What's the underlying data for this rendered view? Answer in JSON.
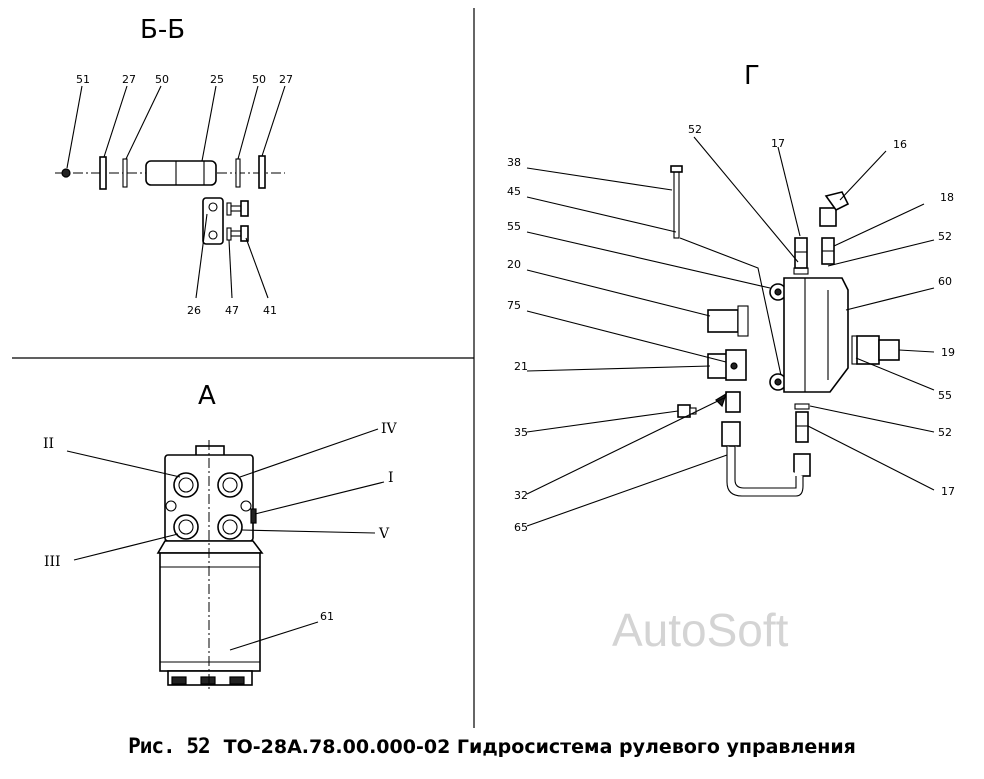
{
  "views": {
    "bb": {
      "title": "Б-Б",
      "labels": [
        "51",
        "27",
        "50",
        "25",
        "50",
        "27",
        "26",
        "47",
        "41"
      ]
    },
    "a": {
      "title": "А",
      "ports": [
        "II",
        "IV",
        "I",
        "III",
        "V"
      ],
      "labels": [
        "61"
      ]
    },
    "g": {
      "title": "Г",
      "labels": [
        "52",
        "17",
        "16",
        "38",
        "45",
        "18",
        "52",
        "55",
        "20",
        "60",
        "75",
        "21",
        "19",
        "55",
        "35",
        "52",
        "32",
        "17",
        "65"
      ]
    }
  },
  "watermark": "AutoSoft",
  "caption": {
    "figure": "Рис. 52",
    "text": "ТО-28А.78.00.000-02 Гидросистема рулевого управления"
  }
}
